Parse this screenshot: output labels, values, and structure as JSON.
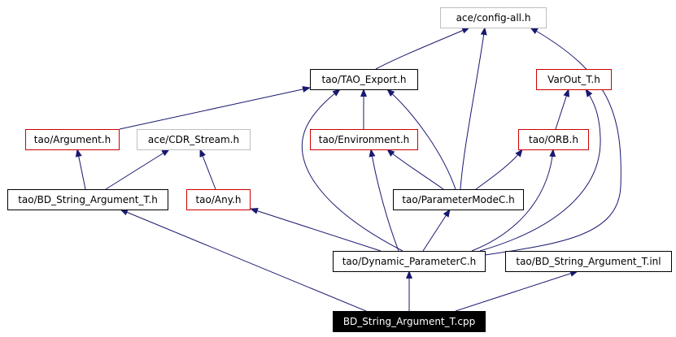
{
  "diagram": {
    "nodes": [
      {
        "id": "config_all",
        "label": "ace/config-all.h",
        "style": "external"
      },
      {
        "id": "tao_export",
        "label": "tao/TAO_Export.h",
        "style": "normal"
      },
      {
        "id": "varout",
        "label": "VarOut_T.h",
        "style": "linked"
      },
      {
        "id": "argument",
        "label": "tao/Argument.h",
        "style": "linked"
      },
      {
        "id": "cdr_stream",
        "label": "ace/CDR_Stream.h",
        "style": "external"
      },
      {
        "id": "environment",
        "label": "tao/Environment.h",
        "style": "linked"
      },
      {
        "id": "orb",
        "label": "tao/ORB.h",
        "style": "linked"
      },
      {
        "id": "bd_string_arg_h",
        "label": "tao/BD_String_Argument_T.h",
        "style": "normal"
      },
      {
        "id": "any",
        "label": "tao/Any.h",
        "style": "linked"
      },
      {
        "id": "param_mode",
        "label": "tao/ParameterModeC.h",
        "style": "normal"
      },
      {
        "id": "dynamic_param",
        "label": "tao/Dynamic_ParameterC.h",
        "style": "normal"
      },
      {
        "id": "bd_string_arg_inl",
        "label": "tao/BD_String_Argument_T.inl",
        "style": "normal"
      },
      {
        "id": "cpp",
        "label": "BD_String_Argument_T.cpp",
        "style": "current"
      }
    ],
    "colors": {
      "edge": "#191970",
      "border_normal": "#000000",
      "border_linked": "#cc0000",
      "border_external": "#bfbfbf",
      "current_fill": "#000000",
      "current_text": "#ffffff",
      "text": "#000000"
    }
  }
}
